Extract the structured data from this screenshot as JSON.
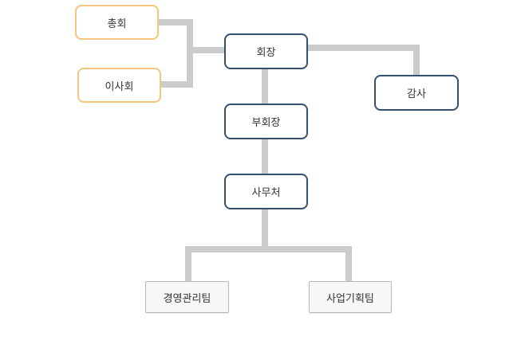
{
  "nodes": {
    "general_assembly": "총회",
    "board": "이사회",
    "president": "회장",
    "auditor": "감사",
    "vice_president": "부회장",
    "secretariat": "사무처",
    "management_team": "경영관리팀",
    "planning_team": "사업기획팀"
  },
  "colors": {
    "connector": "#cccccc",
    "advisory_border": "#f4c57a",
    "executive_border": "#34506e",
    "team_border": "#b8b8b8"
  }
}
